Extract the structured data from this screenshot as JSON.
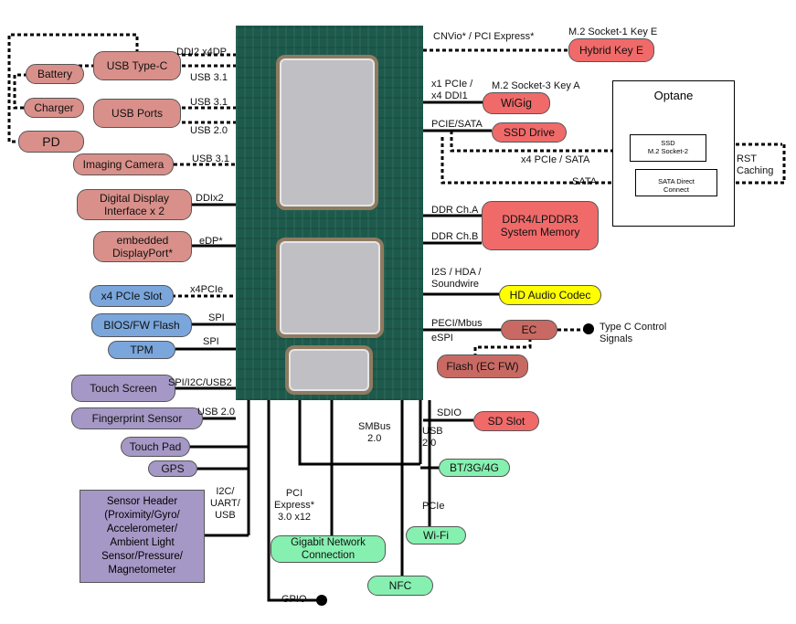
{
  "components": {
    "battery": "Battery",
    "charger": "Charger",
    "pd": "PD",
    "usb_typec": "USB Type-C",
    "usb_ports": "USB Ports",
    "imaging_camera": "Imaging Camera",
    "digital_display": "Digital Display\nInterface x 2",
    "edp": "embedded\nDisplayPort*",
    "pcie_slot": "x4 PCIe Slot",
    "bios_flash": "BIOS/FW Flash",
    "tpm": "TPM",
    "touch_screen": "Touch Screen",
    "fingerprint": "Fingerprint Sensor",
    "touch_pad": "Touch Pad",
    "gps": "GPS",
    "sensor_header": "Sensor Header\n(Proximity/Gyro/\nAccelerometer/\nAmbient Light\nSensor/Pressure/\nMagnetometer",
    "hybrid_key_e": "Hybrid Key E",
    "wigig": "WiGig",
    "ssd_drive": "SSD Drive",
    "ddr_memory": "DDR4/LPDDR3\nSystem Memory",
    "hd_audio": "HD Audio Codec",
    "ec": "EC",
    "flash_ec": "Flash (EC FW)",
    "sd_slot": "SD Slot",
    "bt": "BT/3G/4G",
    "wifi": "Wi-Fi",
    "gigabit": "Gigabit Network\nConnection",
    "nfc": "NFC",
    "optane_title": "Optane",
    "optane_ssd": "SSD\nM.2 Socket-2",
    "optane_sata": "SATA Direct\nConnect"
  },
  "labels": {
    "ddi2_x4dp": "DDI2 x4DP",
    "usb31_a": "USB 3.1",
    "usb31_b": "USB 3.1",
    "usb20_a": "USB 2.0",
    "usb31_c": "USB 3.1",
    "ddix2": "DDIx2",
    "edp": "eDP*",
    "x4pcie": "x4PCIe",
    "spi_a": "SPI",
    "spi_b": "SPI",
    "spi_i2c": "SPI/I2C/USB2",
    "usb20_b": "USB 2.0",
    "i2c_uart": "I2C/\nUART/\nUSB",
    "cnvio": "CNVio* / PCI Express*",
    "m2_key_e": "M.2 Socket-1 Key E",
    "x1pcie": "x1 PCIe /\nx4 DDI1",
    "m2_key_a": "M.2 Socket-3 Key A",
    "pcie_sata": "PCIE/SATA",
    "x4pcie_sata": "x4 PCIe / SATA",
    "sata": "SATA",
    "rst": "RST\nCaching",
    "ddr_a": "DDR Ch.A",
    "ddr_b": "DDR Ch.B",
    "i2s": "I2S / HDA /\nSoundwire",
    "peci": "PECI/Mbus",
    "espi": "eSPI",
    "typec_ctrl": "Type C Control\nSignals",
    "sdio": "SDIO",
    "usb20_c": "USB\n2.0",
    "smbus": "SMBus\n2.0",
    "pcie_r": "PCIe",
    "pci_express": "PCI\nExpress*\n3.0 x12",
    "gpio": "GPIO"
  },
  "colors": {
    "chip": "#1d5a4c",
    "salmon": "#d9908a",
    "red": "#f06a6a",
    "blue": "#7aa6dc",
    "purple": "#a598c6",
    "green": "#86f0b0",
    "yellow": "#ffff00"
  }
}
